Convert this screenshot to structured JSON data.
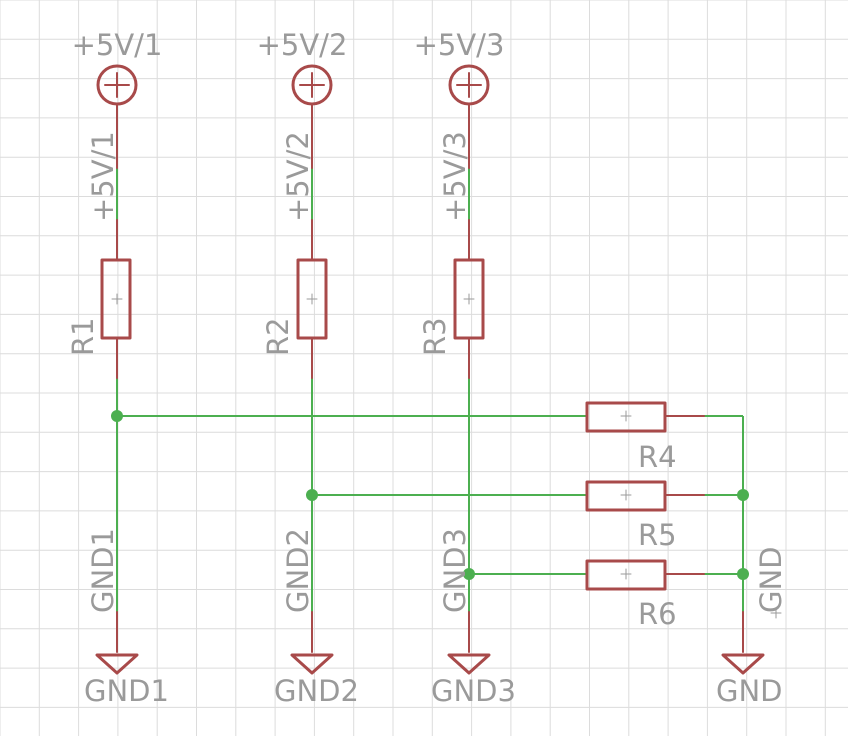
{
  "colors": {
    "background": "#ffffff",
    "grid": "#dcdcdc",
    "wire": "#4caf50",
    "symbol": "#a84a4a",
    "label": "#9a9a9a",
    "junction": "#4caf50"
  },
  "supplies": [
    {
      "label": "+5V/1",
      "net_label": "+5V/1"
    },
    {
      "label": "+5V/2",
      "net_label": "+5V/2"
    },
    {
      "label": "+5V/3",
      "net_label": "+5V/3"
    }
  ],
  "resistors": {
    "r1": "R1",
    "r2": "R2",
    "r3": "R3",
    "r4": "R4",
    "r5": "R5",
    "r6": "R6"
  },
  "grounds": [
    {
      "label": "GND1",
      "net_label": "GND1"
    },
    {
      "label": "GND2",
      "net_label": "GND2"
    },
    {
      "label": "GND3",
      "net_label": "GND3"
    },
    {
      "label": "GND",
      "net_label": "GND"
    }
  ]
}
